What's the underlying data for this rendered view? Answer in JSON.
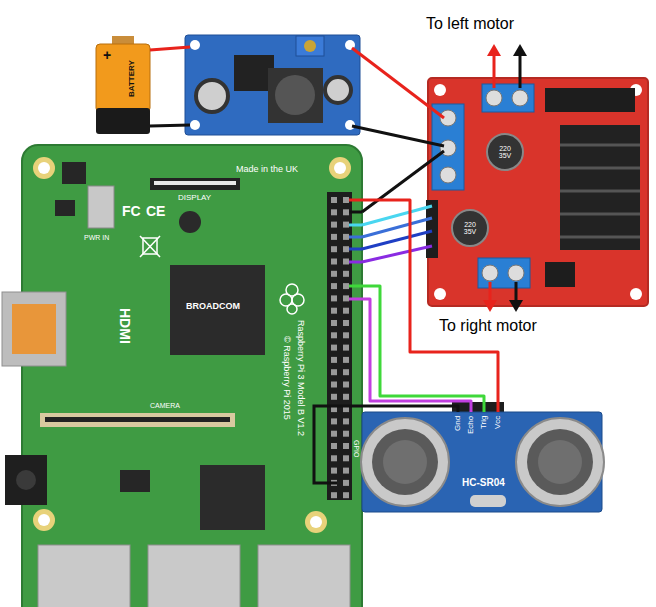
{
  "diagram": {
    "nodes": [
      {
        "text": [
          "Made in the UK",
          "DISPLAY",
          "PWR IN",
          "FC",
          "CE",
          "HDMI",
          "BROADCOM",
          "Raspberry Pi 3 Model B V1.2",
          "© Raspberry Pi 2015",
          "CAMERA",
          "GPIO"
        ]
      },
      {
        "text": [
          "Gnd",
          "Echo",
          "Trig",
          "Vcc",
          "HC-SR04"
        ]
      },
      {
        "text": [
          "+",
          "BATTERY"
        ]
      }
    ],
    "edges": [
      {
        "from": 0,
        "to": 1,
        "arrow": "none"
      },
      {
        "from": 0,
        "to": 1,
        "arrow": "none"
      },
      {
        "from": 0,
        "to": 1,
        "arrow": "none"
      },
      {
        "from": 0,
        "to": 1,
        "arrow": "none"
      }
    ],
    "labels": [
      "To left motor",
      "To right motor",
      "220 35V",
      "220 35V"
    ]
  }
}
